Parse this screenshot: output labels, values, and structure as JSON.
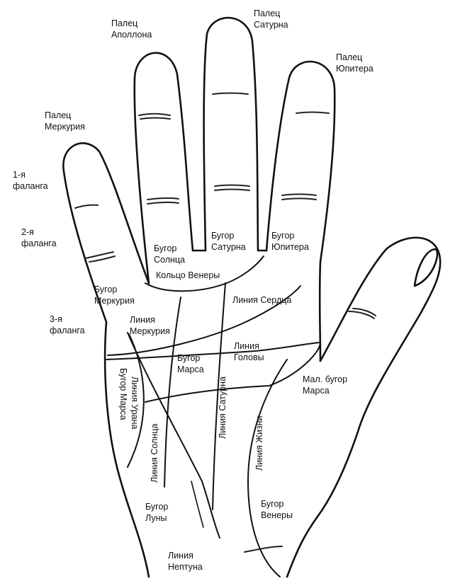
{
  "labels": {
    "finger_apollo": [
      "Палец",
      "Аполлона"
    ],
    "finger_saturn": [
      "Палец",
      "Сатурна"
    ],
    "finger_jupiter": [
      "Палец",
      "Юпитера"
    ],
    "finger_mercury": [
      "Палец",
      "Меркурия"
    ],
    "phalanx_1": [
      "1-я",
      "фаланга"
    ],
    "phalanx_2": [
      "2-я",
      "фаланга"
    ],
    "phalanx_3": [
      "3-я",
      "фаланга"
    ],
    "mount_saturn": [
      "Бугор",
      "Сатурна"
    ],
    "mount_jupiter": [
      "Бугор",
      "Юпитера"
    ],
    "mount_sun": [
      "Бугор",
      "Солнца"
    ],
    "ring_venus": "Кольцо Венеры",
    "mount_mercury": [
      "Бугор",
      "Меркурия"
    ],
    "line_heart": "Линия Сердца",
    "line_mercury": [
      "Линия",
      "Меркурия"
    ],
    "mount_mars": [
      "Бугор",
      "Марса"
    ],
    "line_head": [
      "Линия",
      "Головы"
    ],
    "small_mount_mars": [
      "Мал. бугор",
      "Марса"
    ],
    "line_uranus": "Линия Урана",
    "mount_mars_vertical": "Бугор Марса",
    "line_saturn": "Линия Сатурна",
    "line_sun": "Линия Солнца",
    "line_life": "Линия Жизни",
    "mount_moon": [
      "Бугор",
      "Луны"
    ],
    "mount_venus": [
      "Бугор",
      "Венеры"
    ],
    "line_neptune": [
      "Линия",
      "Нептуна"
    ]
  }
}
